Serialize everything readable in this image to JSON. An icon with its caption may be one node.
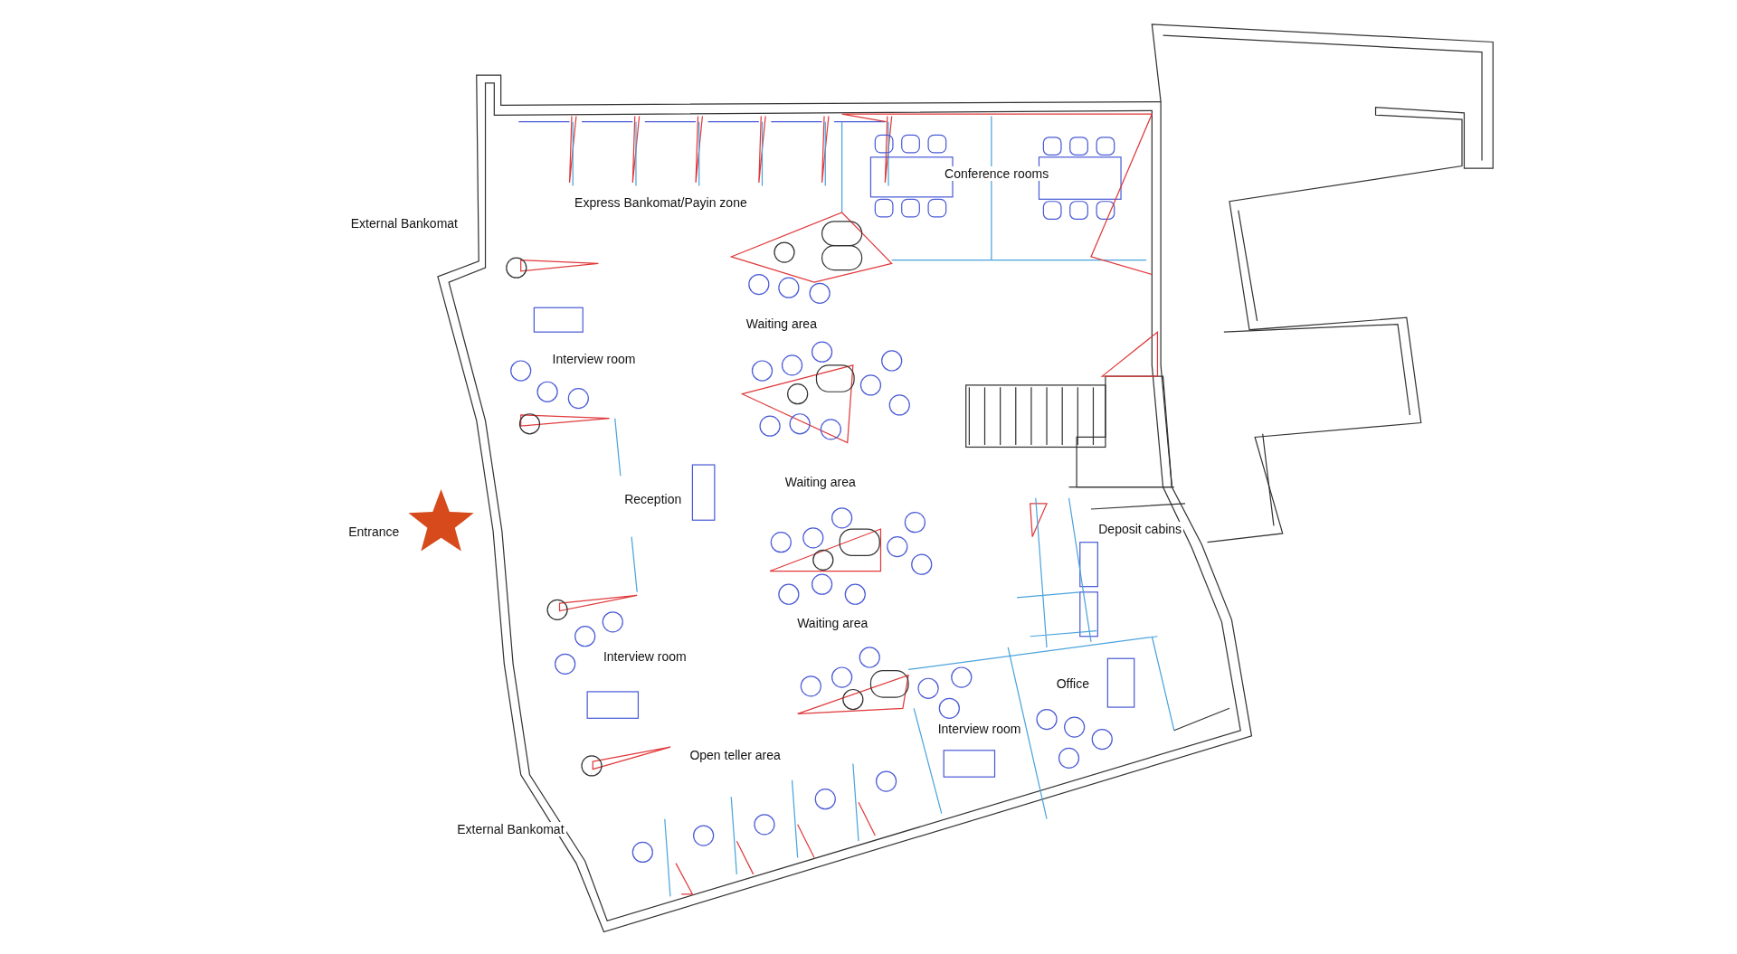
{
  "diagram": {
    "labels": [
      "Conference rooms",
      "Express Bankomat/Payin zone",
      "External Bankomat",
      "Waiting area",
      "Interview room",
      "Waiting area",
      "Reception",
      "Deposit cabins",
      "Entrance",
      "Waiting area",
      "Interview room",
      "Office",
      "Interview room",
      "Open teller area",
      "External Bankomat"
    ]
  }
}
